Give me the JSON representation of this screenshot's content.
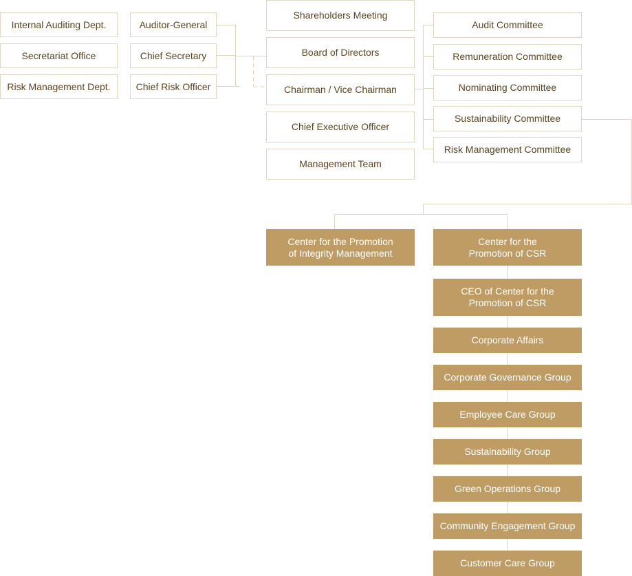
{
  "colors": {
    "line": "#dfd3be",
    "box_border": "#e1d6c4",
    "box_text": "#5a4520",
    "gold_fill": "#bf9c63",
    "gold_text": "#ffffff"
  },
  "left_units": {
    "internal_auditing": "Internal Auditing Dept.",
    "secretariat": "Secretariat Office",
    "risk_management": "Risk Management Dept."
  },
  "officers": {
    "auditor_general": "Auditor-General",
    "chief_secretary": "Chief Secretary",
    "chief_risk_officer": "Chief Risk Officer"
  },
  "governance": {
    "shareholders": "Shareholders Meeting",
    "board": "Board of Directors",
    "chairman": "Chairman / Vice Chairman",
    "ceo": "Chief Executive Officer",
    "management": "Management Team"
  },
  "committees": {
    "audit": "Audit Committee",
    "remuneration": "Remuneration Committee",
    "nominating": "Nominating Committee",
    "sustainability": "Sustainability Committee",
    "risk": "Risk Management Committee"
  },
  "centers": {
    "integrity": "Center for the Promotion\nof Integrity Management",
    "csr": "Center for the\nPromotion of CSR"
  },
  "csr_units": {
    "ceo_csr": "CEO of Center for the\nPromotion of CSR",
    "corporate_affairs": "Corporate Affairs",
    "governance_group": "Corporate Governance Group",
    "employee_care": "Employee Care Group",
    "sustainability_group": "Sustainability Group",
    "green_operations": "Green Operations Group",
    "community": "Community Engagement Group",
    "customer_care": "Customer Care Group"
  }
}
